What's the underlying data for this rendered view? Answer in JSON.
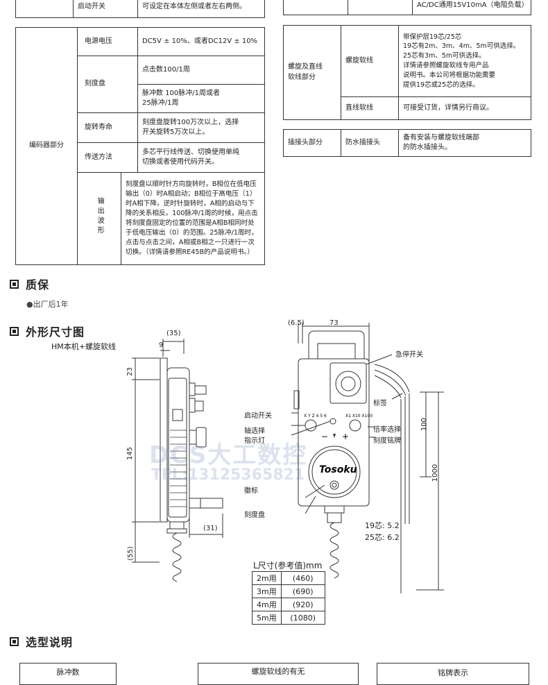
{
  "top_left": {
    "row_label": "启动开关",
    "row_value": "可设定在本体左侧或者左右两侧。"
  },
  "top_right": {
    "row_value": "AC/DC通用15V10mA（电阻负载）"
  },
  "encoder_table": {
    "group_label": "编码器部分",
    "rows": [
      {
        "label": "电源电压",
        "value": "DC5V ± 10%、或者DC12V ± 10%"
      },
      {
        "label": "刻度盘",
        "value": "点击数100/1周",
        "value2": "脉冲数 100脉冲/1周或者\n25脉冲/1周"
      },
      {
        "label": "旋转寿命",
        "value": "刻度盘旋转100万次以上，选择\n开关旋转5万次以上。"
      },
      {
        "label": "传送方法",
        "value": "多芯平行线传送、切换使用单纯\n切换或者使用代码开关。"
      },
      {
        "label": "输出波形",
        "value": "刻度盘以顺时针方向旋转时，B相位在低电压\n输出（0）时A相启动；B相位于高电压（1）\n时A相下降。逆时针旋转时，A相的启动与下\n降的关系相反。100脉冲/1周的时候，用点击\n将刻度盘固定的位置的范围是A相B相同时处\n于低电压输出（0）的范围。25脉冲/1周时，\n点击与点击之间，A相或B相之一只进行一次\n切换。（详情请参照RE45B的产品说明书。）"
      }
    ]
  },
  "spiral_table": {
    "group_label": "螺旋及直线\n软线部分",
    "rows": [
      {
        "label": "螺旋软线",
        "value": "带保护层19芯/25芯\n19芯有2m、3m、4m、5m可供选择。\n25芯有3m、5m可供选择。\n详情请参照螺旋软线专用产品\n说明书。本公司将根据功能需要\n提供19芯或25芯的选择。"
      },
      {
        "label": "直线软线",
        "value": "可接受订货，详情另行商议。"
      }
    ]
  },
  "plug_table": {
    "group_label": "插接头部分",
    "label": "防水插接头",
    "value": "备有安装与螺旋软线端部\n的防水插接头。"
  },
  "warranty": {
    "title": "质保",
    "item": "出厂后1年"
  },
  "dimensions": {
    "title": "外形尺寸图",
    "subtitle": "HM本机+螺旋软线",
    "side_dims": {
      "d35": "(35)",
      "d9": "9",
      "d23": "23",
      "d145": "145",
      "d31": "(31)",
      "d55": "(55)"
    },
    "front_dims": {
      "d6_5": "(6.5)",
      "d73": "73",
      "d100": "100",
      "d1000": "1000"
    },
    "callouts": {
      "estop": "急停开关",
      "start": "启动开关",
      "label": "标签",
      "axis": "轴选择",
      "lamp": "指示灯",
      "rate": "倍率选择",
      "nameplate": "刻度铭牌",
      "logo": "徽标",
      "dial": "刻度盘"
    },
    "cable": {
      "c19": "19芯: 5.2",
      "c25": "25芯: 6.2"
    },
    "brand": "Tosoku",
    "dial_marks": {
      "minus": "−",
      "plus": "+"
    },
    "selector_marks": {
      "axis": "X Y Z 4 5 6",
      "rate": "X1 X10 X100"
    },
    "watermark": "DCS大工数控",
    "watermark2": "TEL:13125365821"
  },
  "l_table": {
    "title": "L尺寸(参考值)mm",
    "rows": [
      {
        "label": "2m用",
        "value": "(460)"
      },
      {
        "label": "3m用",
        "value": "(690)"
      },
      {
        "label": "4m用",
        "value": "(920)"
      },
      {
        "label": "5m用",
        "value": "(1080)"
      }
    ]
  },
  "selection": {
    "title": "选型说明",
    "col1": "脉冲数",
    "col2": "螺旋软线的有无",
    "col3": "铭牌表示"
  }
}
